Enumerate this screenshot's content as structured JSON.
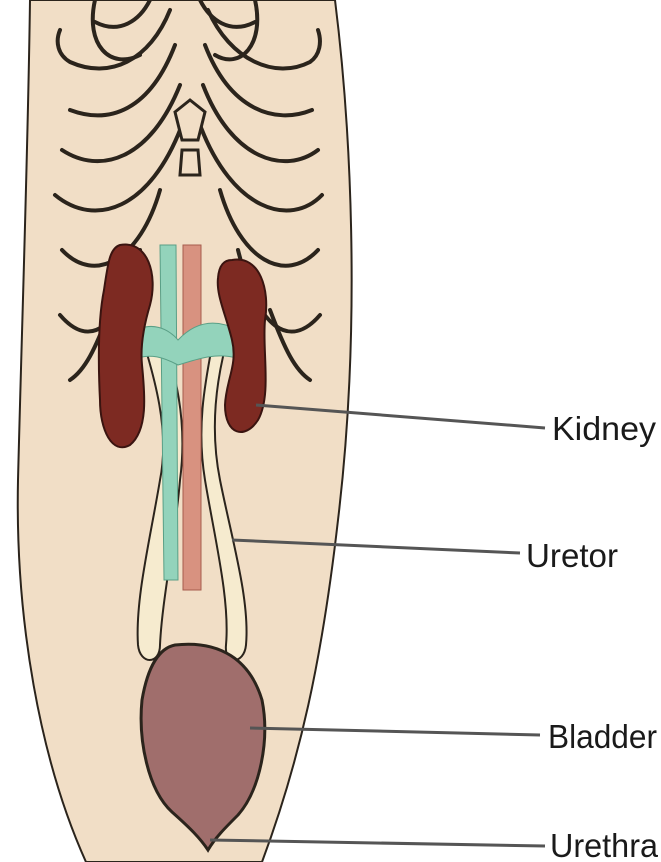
{
  "diagram": {
    "colors": {
      "skin": "#f1dec6",
      "outline": "#2b241c",
      "kidney": "#7d2a22",
      "ureter_fill": "#f6ebcf",
      "vessel_green": "#93d3bb",
      "vessel_red": "#d89280",
      "bladder": "#a06e6c",
      "leader_line": "#555555"
    },
    "labels": {
      "kidney": "Kidney",
      "ureter": "Uretor",
      "bladder": "Bladder",
      "urethra": "Urethra"
    }
  }
}
